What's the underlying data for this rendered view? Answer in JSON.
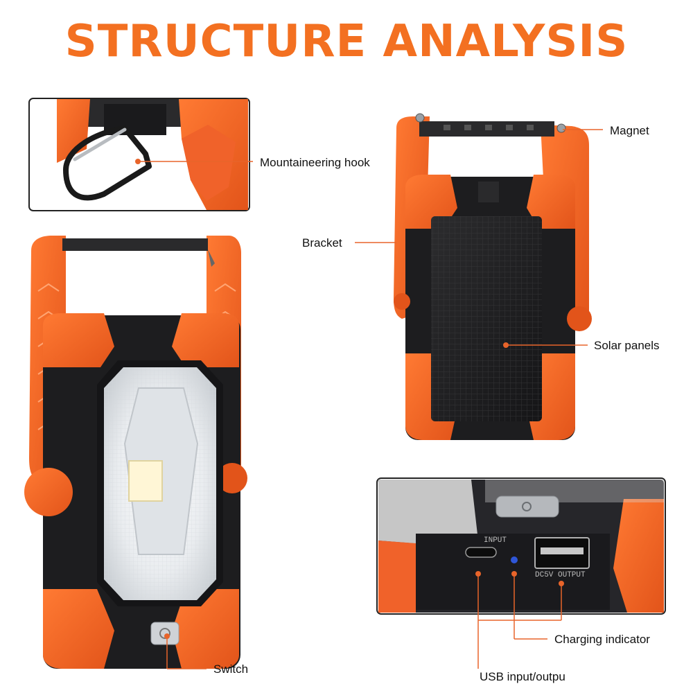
{
  "title": "STRUCTURE ANALYSIS",
  "labels": {
    "hook": "Mountaineering hook",
    "magnet": "Magnet",
    "bracket": "Bracket",
    "solar": "Solar panels",
    "switch": "Switch",
    "indicator": "Charging indicator",
    "usb": "USB input/outpu",
    "input": "INPUT",
    "output": "DC5V OUTPUT"
  },
  "colors": {
    "accent": "#f37021",
    "body": "#1d1d1f",
    "pointer": "#e8642a"
  }
}
